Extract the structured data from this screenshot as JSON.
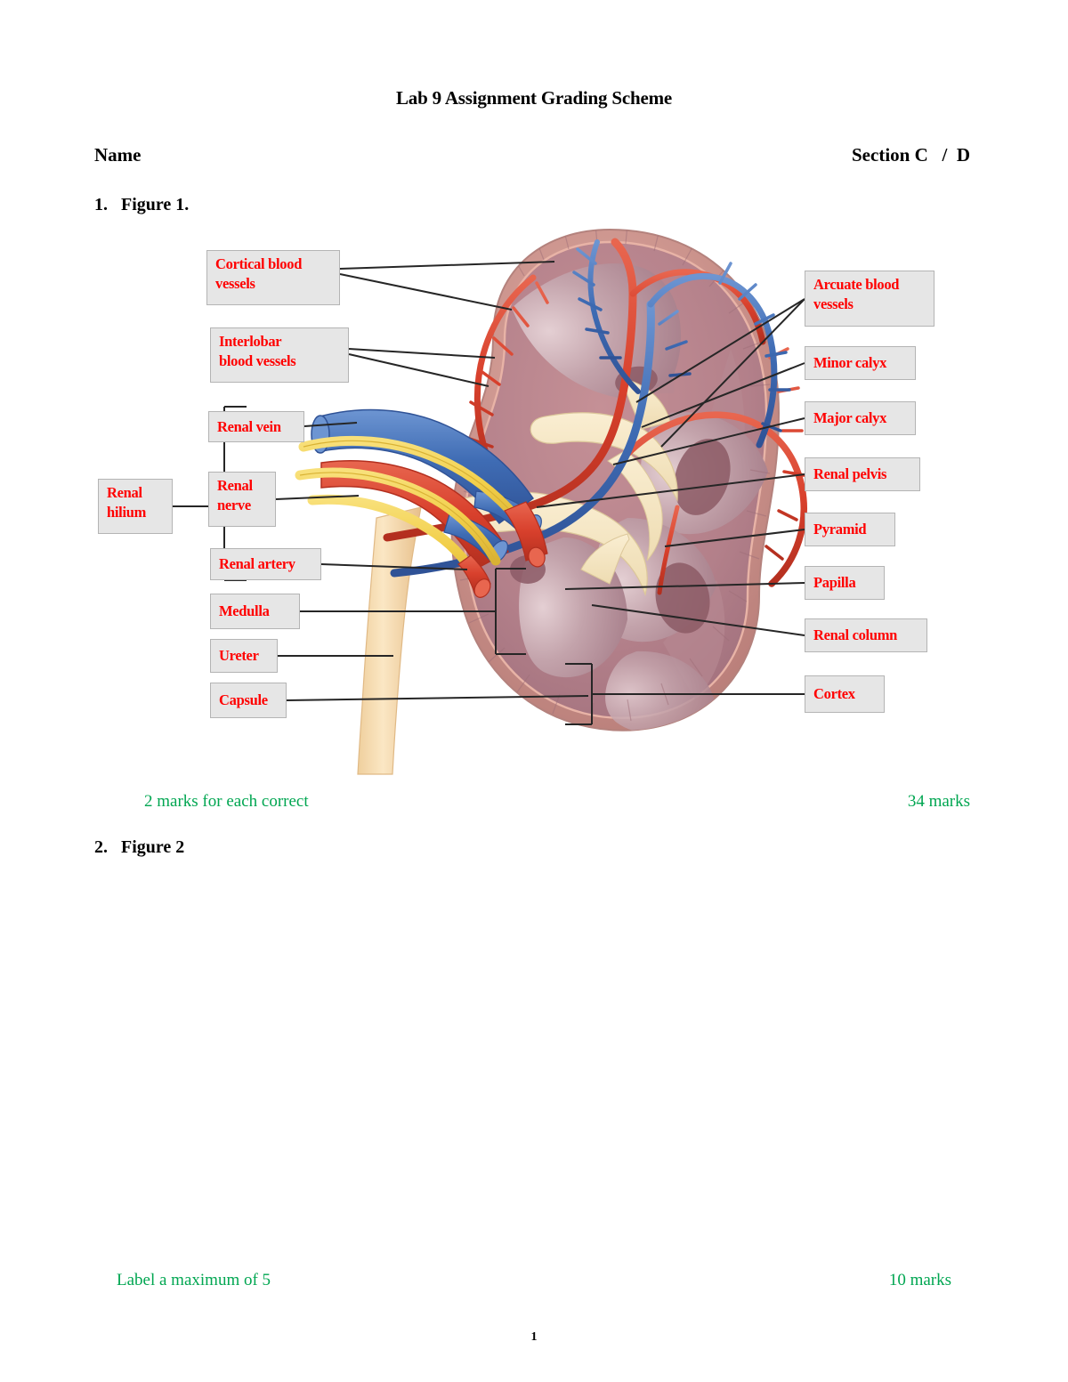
{
  "document": {
    "title": "Lab 9 Assignment Grading Scheme",
    "name_label": "Name",
    "section_label": "Section C   /  D",
    "page_number": "1"
  },
  "questions": [
    {
      "number_text": "1.   Figure 1.",
      "note_left": "2 marks for each correct",
      "note_right": "34 marks"
    },
    {
      "number_text": "2.   Figure 2",
      "note_left": "Label a maximum of 5",
      "note_right": "10 marks"
    }
  ],
  "figure1": {
    "alt": "Labelled cross-section diagram of a human kidney",
    "labels_left": [
      {
        "key": "cortical",
        "text": "Cortical blood\nvessels"
      },
      {
        "key": "interlobar",
        "text": "Interlobar\nblood vessels"
      },
      {
        "key": "renalvein",
        "text": "Renal vein"
      },
      {
        "key": "renalnerve",
        "text": "Renal\nnerve"
      },
      {
        "key": "renalartery",
        "text": "Renal artery"
      },
      {
        "key": "medulla",
        "text": "Medulla"
      },
      {
        "key": "ureter",
        "text": "Ureter"
      },
      {
        "key": "capsule",
        "text": "Capsule"
      },
      {
        "key": "hilium",
        "text": "Renal\nhilium"
      }
    ],
    "labels_right": [
      {
        "key": "arcuate",
        "text": "Arcuate blood\nvessels"
      },
      {
        "key": "minorcalyx",
        "text": "Minor calyx"
      },
      {
        "key": "majorcalyx",
        "text": "Major calyx"
      },
      {
        "key": "renalpelvis",
        "text": "Renal pelvis"
      },
      {
        "key": "pyramid",
        "text": "Pyramid"
      },
      {
        "key": "papilla",
        "text": "Papilla"
      },
      {
        "key": "renalcolumn",
        "text": "Renal column"
      },
      {
        "key": "cortex",
        "text": "Cortex"
      }
    ],
    "colors": {
      "label_text": "#ff0000",
      "label_background": "#e6e6e6",
      "label_border": "#b4b4b4",
      "leader_line": "#262626",
      "cortex_outer": "#c98f8b",
      "medulla_tissue": "#a5707a",
      "renal_column": "#b48189",
      "artery": "#d8402c",
      "vein": "#3f6cb4",
      "nerve": "#f2cf4a",
      "pelvis_fat": "#f4e3c0",
      "ureter": "#f3d7a8"
    }
  },
  "colors": {
    "text": "#000000",
    "marks_green": "#00a651",
    "page_background": "#ffffff"
  }
}
